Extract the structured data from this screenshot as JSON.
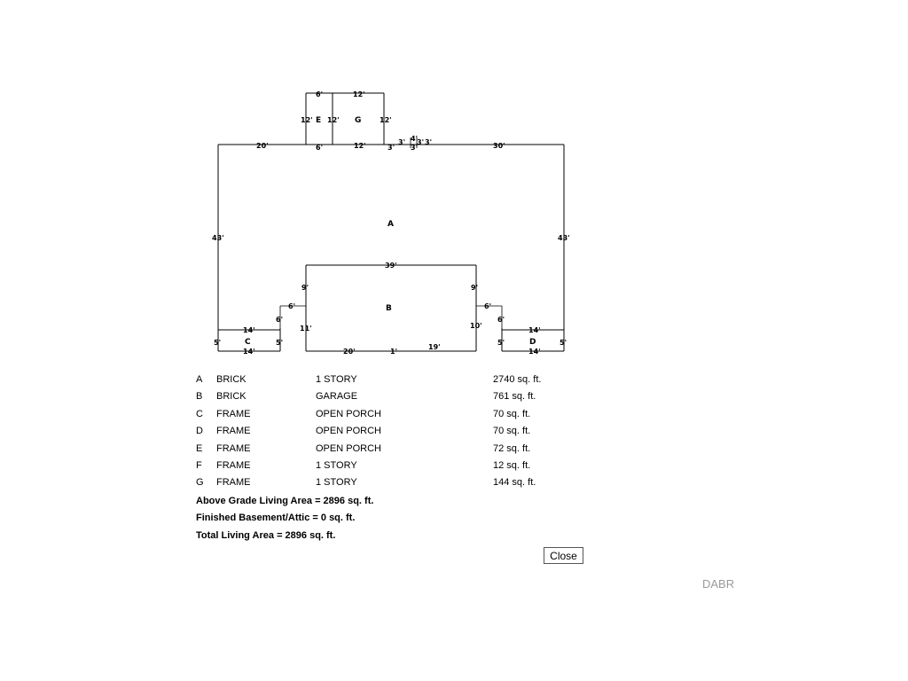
{
  "diagram": {
    "area_labels": {
      "a": "A",
      "b": "B",
      "c": "C",
      "d": "D",
      "e": "E",
      "g": "G"
    },
    "dimensions": {
      "a_top_left": "20'",
      "a_top_right": "30'",
      "a_left": "43'",
      "a_right": "43'",
      "a_top_e_bottom": "6'",
      "a_top_g_bottom": "12'",
      "a_top_3a": "3'",
      "f_3a": "3'",
      "f_4": "4'",
      "f_3b": "3'",
      "f_3c": "3'",
      "f_3d": "3'",
      "e_top": "6'",
      "e_left": "12'",
      "e_right": "12'",
      "g_top": "12'",
      "g_right": "12'",
      "b_top": "39'",
      "b_left_upper": "9'",
      "b_right_upper": "9'",
      "b_left_lower": "11'",
      "b_right_lower": "10'",
      "b_jog_left": "6'",
      "b_jog_right": "6'",
      "b_bottom_left": "20'",
      "b_bottom_mid": "1'",
      "b_bottom_right": "19'",
      "c_top": "14'",
      "c_bottom": "14'",
      "c_left": "5'",
      "c_right": "5'",
      "c_step": "6'",
      "d_top": "14'",
      "d_bottom": "14'",
      "d_left": "5'",
      "d_right": "5'",
      "d_step": "6'"
    }
  },
  "areas": [
    {
      "code": "A",
      "material": "BRICK",
      "type": "1 STORY",
      "area": "2740 sq. ft."
    },
    {
      "code": "B",
      "material": "BRICK",
      "type": "GARAGE",
      "area": "761 sq. ft."
    },
    {
      "code": "C",
      "material": "FRAME",
      "type": "OPEN PORCH",
      "area": "70 sq. ft."
    },
    {
      "code": "D",
      "material": "FRAME",
      "type": "OPEN PORCH",
      "area": "70 sq. ft."
    },
    {
      "code": "E",
      "material": "FRAME",
      "type": "OPEN PORCH",
      "area": "72 sq. ft."
    },
    {
      "code": "F",
      "material": "FRAME",
      "type": "1 STORY",
      "area": "12 sq. ft."
    },
    {
      "code": "G",
      "material": "FRAME",
      "type": "1 STORY",
      "area": "144 sq. ft."
    }
  ],
  "summary": {
    "above_grade": "Above Grade Living Area = 2896  sq. ft.",
    "basement": "Finished Basement/Attic = 0  sq. ft.",
    "total": "Total Living Area = 2896  sq. ft."
  },
  "close_label": "Close",
  "watermark": "DABR"
}
